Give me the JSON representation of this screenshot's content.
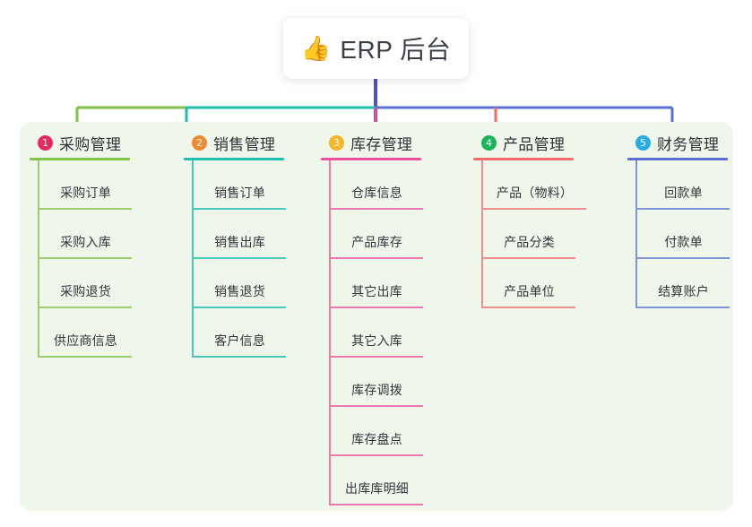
{
  "title": {
    "icon": "thumbs-up-icon",
    "emoji": "👍",
    "text": "ERP 后台"
  },
  "panel": {
    "background_color": "#eef7ea"
  },
  "trunk_color": "#4b53c4",
  "columns": [
    {
      "number": "1",
      "title": "采购管理",
      "badge_color": "#e8295b",
      "line_color": "#7fc24a",
      "items": [
        "采购订单",
        "采购入库",
        "采购退货",
        "供应商信息"
      ]
    },
    {
      "number": "2",
      "title": "销售管理",
      "badge_color": "#f08a32",
      "line_color": "#1ebfae",
      "items": [
        "销售订单",
        "销售出库",
        "销售退货",
        "客户信息"
      ]
    },
    {
      "number": "3",
      "title": "库存管理",
      "badge_color": "#f5b526",
      "line_color": "#ea4e9c",
      "items": [
        "仓库信息",
        "产品库存",
        "其它出库",
        "其它入库",
        "库存调拨",
        "库存盘点",
        "出库库明细"
      ]
    },
    {
      "number": "4",
      "title": "产品管理",
      "badge_color": "#19b358",
      "line_color": "#f36b6b",
      "items": [
        "产品（物料）",
        "产品分类",
        "产品单位"
      ]
    },
    {
      "number": "5",
      "title": "财务管理",
      "badge_color": "#29aae3",
      "line_color": "#5a6fd0",
      "items": [
        "回款单",
        "付款单",
        "结算账户"
      ]
    }
  ]
}
